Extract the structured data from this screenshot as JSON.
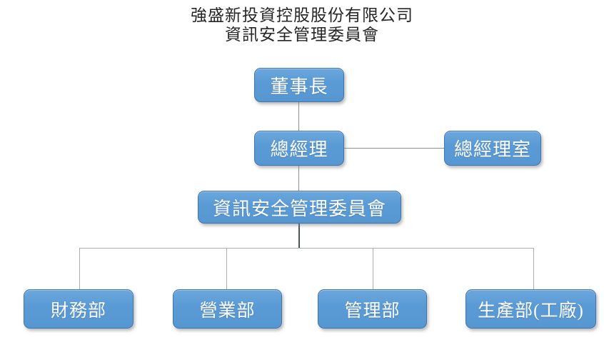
{
  "title": {
    "line1": "強盛新投資控股股份有限公司",
    "line2": "資訊安全管理委員會"
  },
  "org_chart": {
    "nodes": {
      "chairman": {
        "label": "董事長"
      },
      "gm": {
        "label": "總經理"
      },
      "gm_office": {
        "label": "總經理室"
      },
      "committee": {
        "label": "資訊安全管理委員會"
      },
      "finance": {
        "label": "財務部"
      },
      "sales": {
        "label": "營業部"
      },
      "admin": {
        "label": "管理部"
      },
      "production": {
        "label": "生產部(工廠)"
      }
    },
    "edges": [
      {
        "from": "chairman",
        "to": "gm"
      },
      {
        "from": "gm",
        "to": "gm_office"
      },
      {
        "from": "gm",
        "to": "committee"
      },
      {
        "from": "committee",
        "to": "finance"
      },
      {
        "from": "committee",
        "to": "sales"
      },
      {
        "from": "committee",
        "to": "admin"
      },
      {
        "from": "committee",
        "to": "production"
      }
    ]
  },
  "colors": {
    "box_fill": "#5B9BD5",
    "box_border": "#4176AC",
    "box_text": "#FFFFFF",
    "connector_light": "#A9AEB2",
    "connector_mid": "#8A9095",
    "connector_dark": "#4A5560",
    "title_text": "#262626",
    "background": "#FFFFFF"
  }
}
